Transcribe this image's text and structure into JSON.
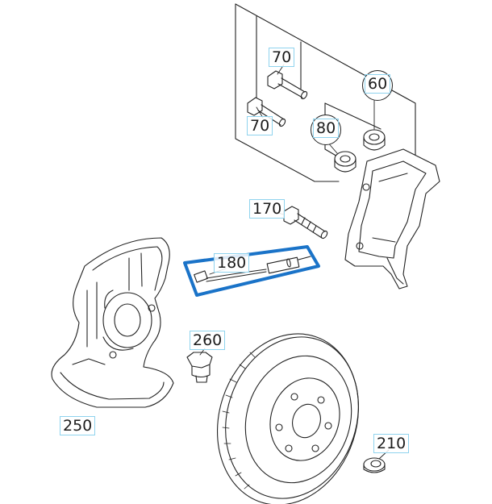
{
  "diagram": {
    "callouts": [
      {
        "id": "label-70-top",
        "text": "70"
      },
      {
        "id": "label-70-bottom",
        "text": "70"
      },
      {
        "id": "label-60",
        "text": "60"
      },
      {
        "id": "label-80",
        "text": "80"
      },
      {
        "id": "label-170",
        "text": "170"
      },
      {
        "id": "label-180",
        "text": "180"
      },
      {
        "id": "label-260",
        "text": "260"
      },
      {
        "id": "label-250",
        "text": "250"
      },
      {
        "id": "label-210",
        "text": "210"
      }
    ],
    "highlight_color": "#1a73c8",
    "label_box_color": "#8fd3ee",
    "line_color": "#222222"
  }
}
